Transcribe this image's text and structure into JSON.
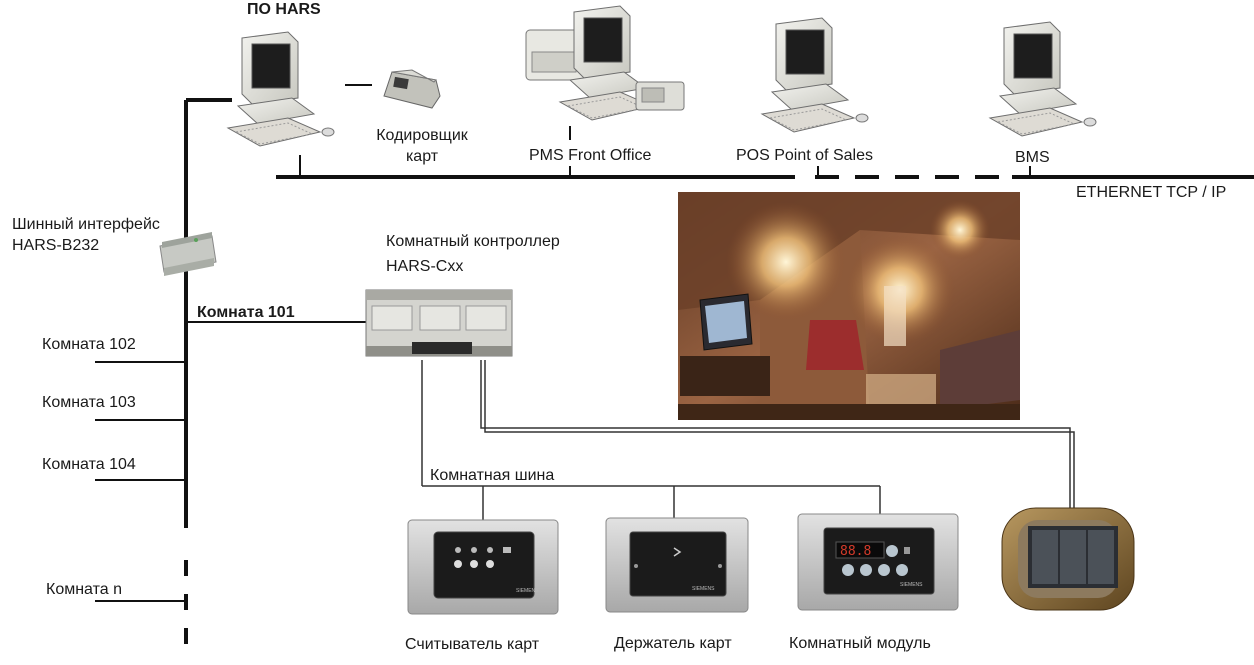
{
  "labels": {
    "hars_software": "ПО HARS",
    "card_encoder_line1": "Кодировщик",
    "card_encoder_line2": "карт",
    "pms": "PMS Front Office",
    "pos": "POS Point of Sales",
    "bms": "BMS",
    "ethernet": "ETHERNET TCP / IP",
    "bus_interface_line1": "Шинный интерфейс",
    "bus_interface_line2": "HARS-B232",
    "room_controller_line1": "Комнатный контроллер",
    "room_controller_line2": "HARS-Cxx",
    "room_101": "Комната 101",
    "room_102": "Комната 102",
    "room_103": "Комната 103",
    "room_104": "Комната 104",
    "room_n": "Комната n",
    "room_bus": "Комнатная шина",
    "card_reader": "Считыватель карт",
    "card_holder": "Держатель карт",
    "room_module": "Комнатный модуль"
  },
  "device_text": {
    "siemens": "SIEMENS",
    "display_value": "88.8"
  },
  "colors": {
    "line": "#111111",
    "wire": "#333333",
    "panel_frame": "#c9c9c9",
    "panel_face": "#1a1a1a",
    "switch_frame": "#8a6a36",
    "photo_wall": "#7a4a2c"
  },
  "icons": [
    "computer-icon",
    "card-encoder-icon",
    "bus-interface-icon",
    "room-controller-icon",
    "room-photo",
    "card-reader-panel",
    "card-holder-panel",
    "room-module-panel",
    "wall-switch-icon"
  ]
}
